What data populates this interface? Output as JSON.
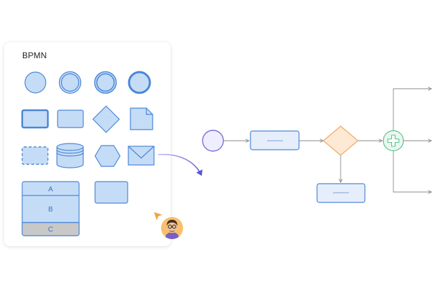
{
  "palette": {
    "title": "BPMN",
    "shapes": [
      "start-event",
      "intermediate-event",
      "intermediate-event-alt",
      "end-event",
      "task",
      "sub-process",
      "gateway",
      "data-object",
      "event-sub-process",
      "data-store",
      "hexagon",
      "message",
      "pool-lane",
      "group"
    ],
    "pool_lanes": [
      "A",
      "B",
      "C"
    ]
  },
  "collaborator": {
    "avatar": "user-avatar",
    "cursor": "collaborator-cursor-icon",
    "cursor_color": "#f5a23c"
  },
  "diagram": {
    "nodes": [
      "start-event",
      "task-1",
      "exclusive-gateway",
      "task-2",
      "parallel-gateway"
    ],
    "connectors": [
      "start-to-task",
      "task-to-gateway",
      "gateway-to-task",
      "gateway-to-parallel",
      "parallel-out-top",
      "parallel-out-middle",
      "parallel-out-bottom"
    ],
    "drag_arrow": "drag-hint-arrow"
  },
  "colors": {
    "shape_fill": "#c5dcf7",
    "shape_stroke": "#4a86d6",
    "start_event_stroke": "#7b6fd6",
    "start_event_fill": "#eeeefe",
    "task_fill": "#e6eefc",
    "gateway_fill": "#fde9d4",
    "gateway_stroke": "#f0a661",
    "parallel_stroke": "#5cc38a",
    "parallel_fill": "#e9f7ef",
    "lane_c_fill": "#c8c8c8",
    "connector": "#8a8a8a",
    "drag_arrow": "#6a60e0"
  }
}
